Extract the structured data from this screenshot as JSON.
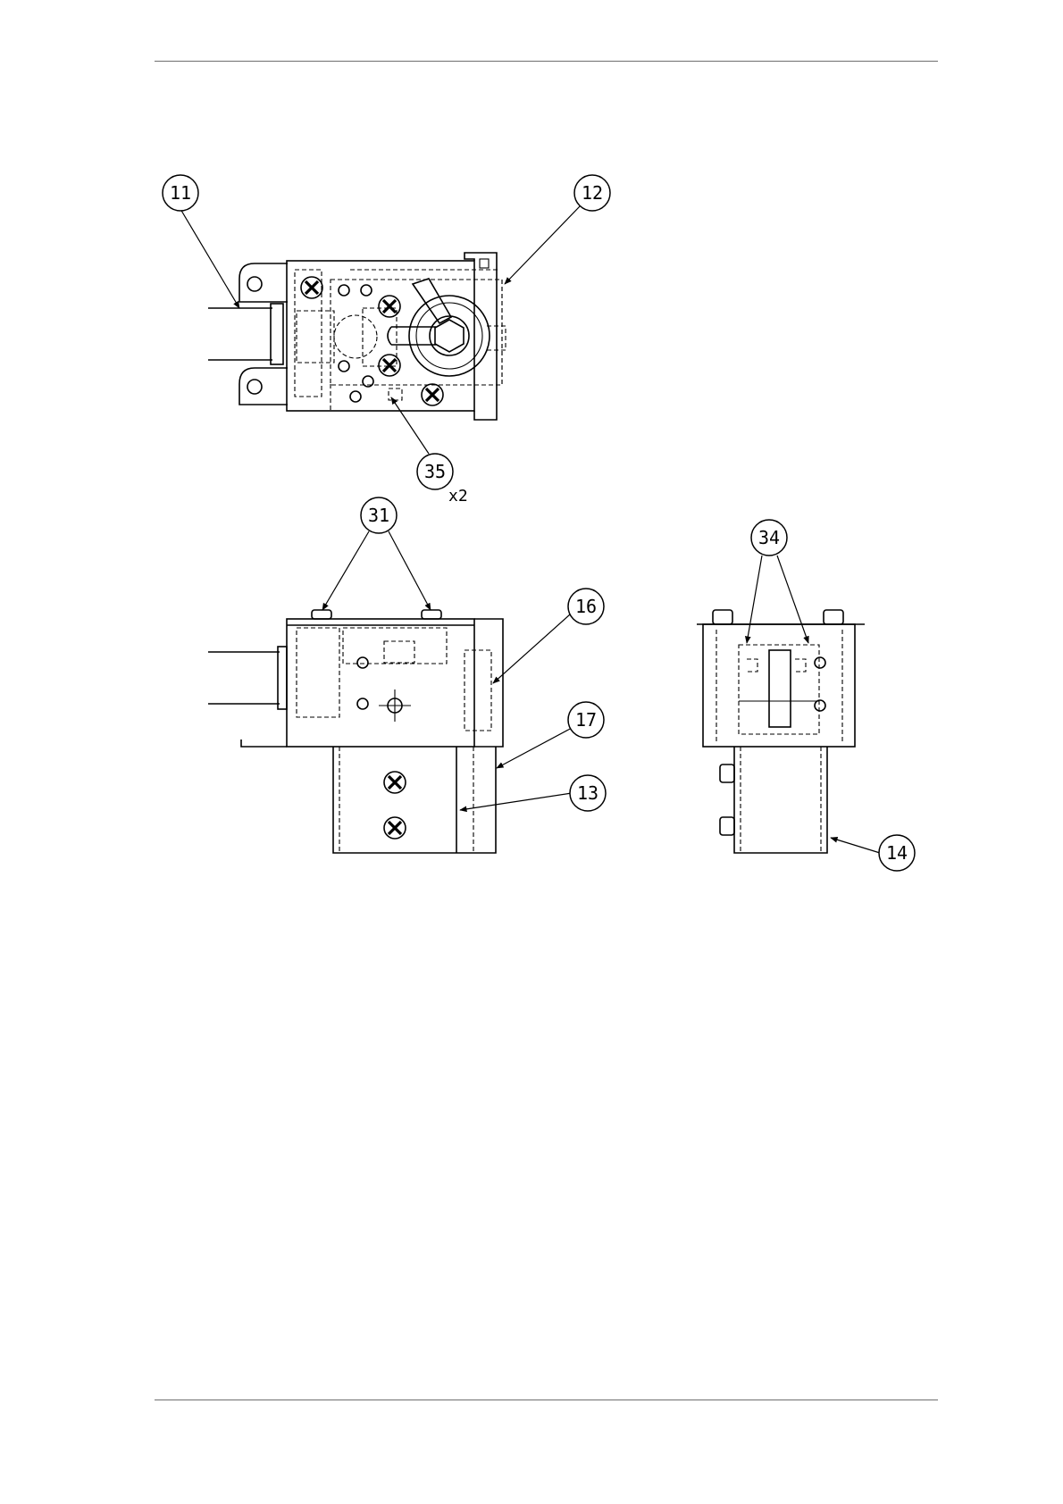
{
  "callouts": [
    {
      "id": "c11",
      "label": "11"
    },
    {
      "id": "c12",
      "label": "12"
    },
    {
      "id": "c35",
      "label": "35",
      "qty": "x2"
    },
    {
      "id": "c31",
      "label": "31"
    },
    {
      "id": "c16",
      "label": "16"
    },
    {
      "id": "c17",
      "label": "17"
    },
    {
      "id": "c13",
      "label": "13"
    },
    {
      "id": "c34",
      "label": "34"
    },
    {
      "id": "c14",
      "label": "14"
    }
  ],
  "colors": {
    "line": "#000000",
    "rule": "#6e6e6e",
    "background": "#ffffff"
  }
}
